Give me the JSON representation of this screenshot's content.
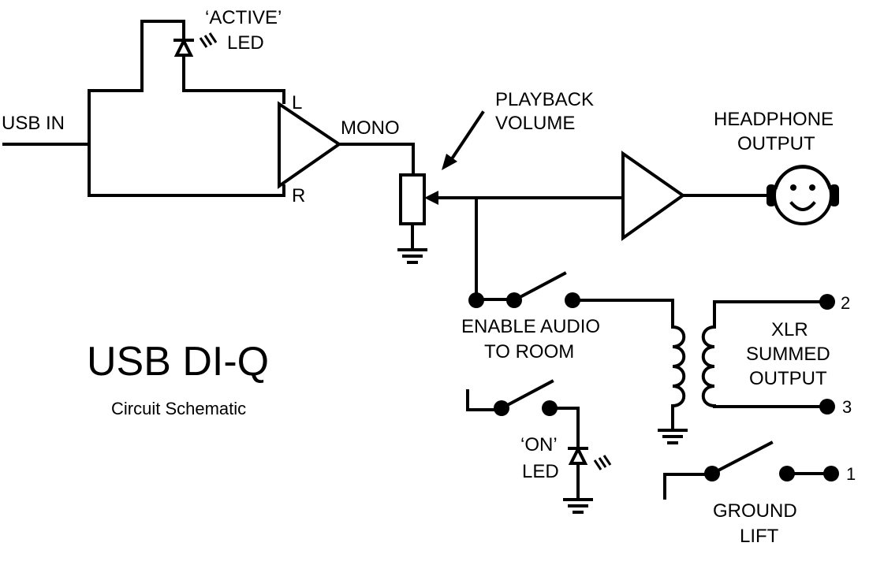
{
  "title": "USB DI-Q",
  "subtitle": "Circuit Schematic",
  "labels": {
    "usb_in": "USB IN",
    "active_led_1": "‘ACTIVE’",
    "active_led_2": "LED",
    "left": "L",
    "right": "R",
    "mono": "MONO",
    "playback_1": "PLAYBACK",
    "playback_2": "VOLUME",
    "headphone_1": "HEADPHONE",
    "headphone_2": "OUTPUT",
    "enable_1": "ENABLE AUDIO",
    "enable_2": "TO ROOM",
    "xlr_1": "XLR",
    "xlr_2": "SUMMED",
    "xlr_3": "OUTPUT",
    "on_led_1": "‘ON’",
    "on_led_2": "LED",
    "ground_lift_1": "GROUND",
    "ground_lift_2": "LIFT",
    "pin_1": "1",
    "pin_2": "2",
    "pin_3": "3"
  }
}
